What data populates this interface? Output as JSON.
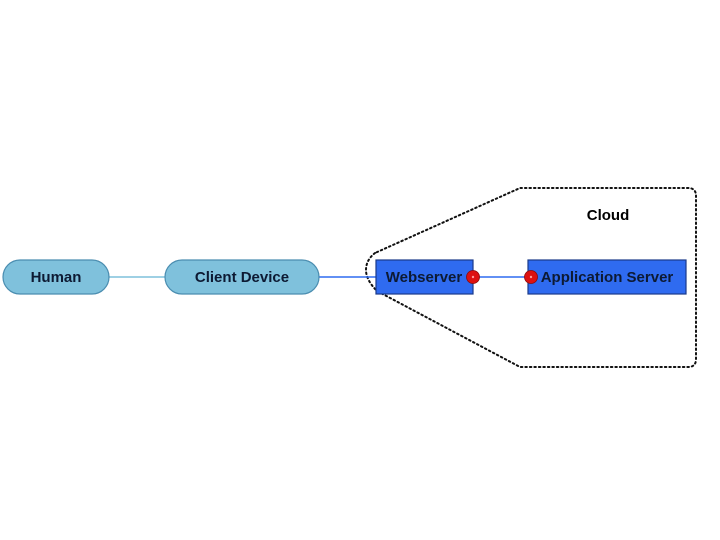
{
  "diagram": {
    "nodes": {
      "human": {
        "label": "Human"
      },
      "client_device": {
        "label": "Client Device"
      },
      "webserver": {
        "label": "Webserver"
      },
      "application_server": {
        "label": "Application Server"
      }
    },
    "groups": {
      "cloud": {
        "label": "Cloud"
      }
    }
  },
  "colors": {
    "pill_fill": "#7fc1dc",
    "pill_stroke": "#4a8db0",
    "box_fill": "#2f6bf0",
    "box_stroke": "#1a3a8a",
    "connector": "#2f6bf0",
    "connector_light": "#7fc1dc",
    "port": "#dd1111",
    "cloud_stroke": "#111111"
  }
}
